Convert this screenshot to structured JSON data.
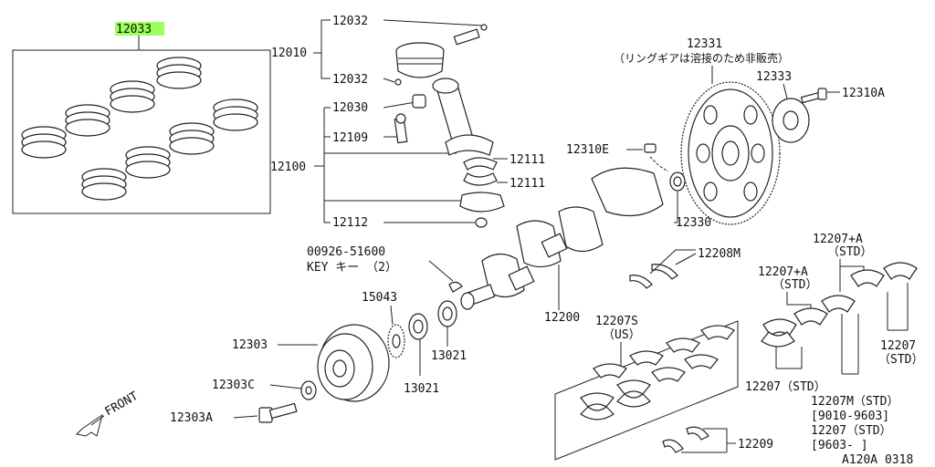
{
  "labels": {
    "piston_ring_set": "12033",
    "piston_assy": "12010",
    "piston_pin_top": "12032",
    "piston_pin_bottom": "12032",
    "conrod_bushing": "12030",
    "conrod_bolt": "12109",
    "conrod_assy": "12100",
    "conrod_bearing_a": "12111",
    "conrod_bearing_b": "12111",
    "conrod_nut": "12112",
    "flywheel_note": "（リングギアは溶接のため非販売）",
    "flywheel": "12331",
    "reinforce_plate": "12333",
    "flywheel_bolt": "12310A",
    "pilot_bushing": "12310E",
    "crank_seal": "12330",
    "thrust_washer": "12208M",
    "main_bearing_a_top": "12207+A",
    "main_bearing_a_top_std": "（STD）",
    "main_bearing_a_mid": "12207+A",
    "main_bearing_a_mid_std": "（STD）",
    "key_part": "00926-51600",
    "key_desc": "KEY  キー  （2）",
    "crankshaft": "12200",
    "main_bearing_us": "12207S",
    "main_bearing_us_desc": "（US）",
    "main_bearing_std_right": "12207",
    "main_bearing_std_right_desc": "（STD）",
    "main_bearing_std_left": "12207（STD）",
    "main_bearing_m_std": "12207M（STD）",
    "main_bearing_m_range": "[9010-9603]",
    "main_bearing_std_2": "12207（STD）",
    "main_bearing_std_2_range": "[9603-      ]",
    "sprocket": "15043",
    "pulley": "12303",
    "washer": "12303C",
    "pulley_bolt": "12303A",
    "sensor_plate_a": "13021",
    "sensor_plate_b": "13021",
    "thrust_bearing": "12209",
    "front_arrow": "FRONT",
    "diagram_code": "A120A 0318"
  }
}
